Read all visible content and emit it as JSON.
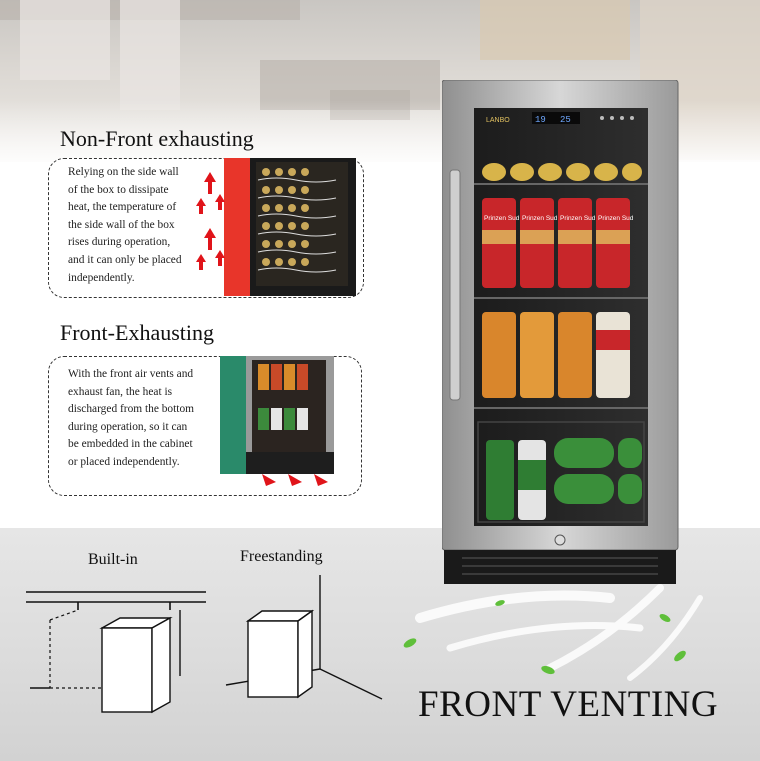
{
  "sections": {
    "non_front": {
      "title": "Non-Front exhausting",
      "description": "Relying on the side wall\nof the box to dissipate\nheat, the temperature of\nthe side wall of the box\nrises during operation,\nand it can only be placed\nindependently."
    },
    "front": {
      "title": "Front-Exhausting",
      "description": "With the front air vents and\nexhaust fan, the heat is\ndischarged from the bottom\nduring operation, so it can\nbe embedded in the cabinet\nor placed independently."
    }
  },
  "installation": {
    "built_in_label": "Built-in",
    "freestanding_label": "Freestanding"
  },
  "product": {
    "brand": "LANBO",
    "display_temp": "19",
    "display_temp_2": "25",
    "can_labels": [
      "Prinzen Sud",
      "Prinzen Sud",
      "Prinzen Sud",
      "Prinzen Sud"
    ]
  },
  "headline": "FRONT VENTING",
  "colors": {
    "arrow_red": "#e0141a",
    "cabinet_red": "#e8352a",
    "cabinet_green": "#2a8a6a",
    "leaf_green": "#5fbf3a"
  }
}
